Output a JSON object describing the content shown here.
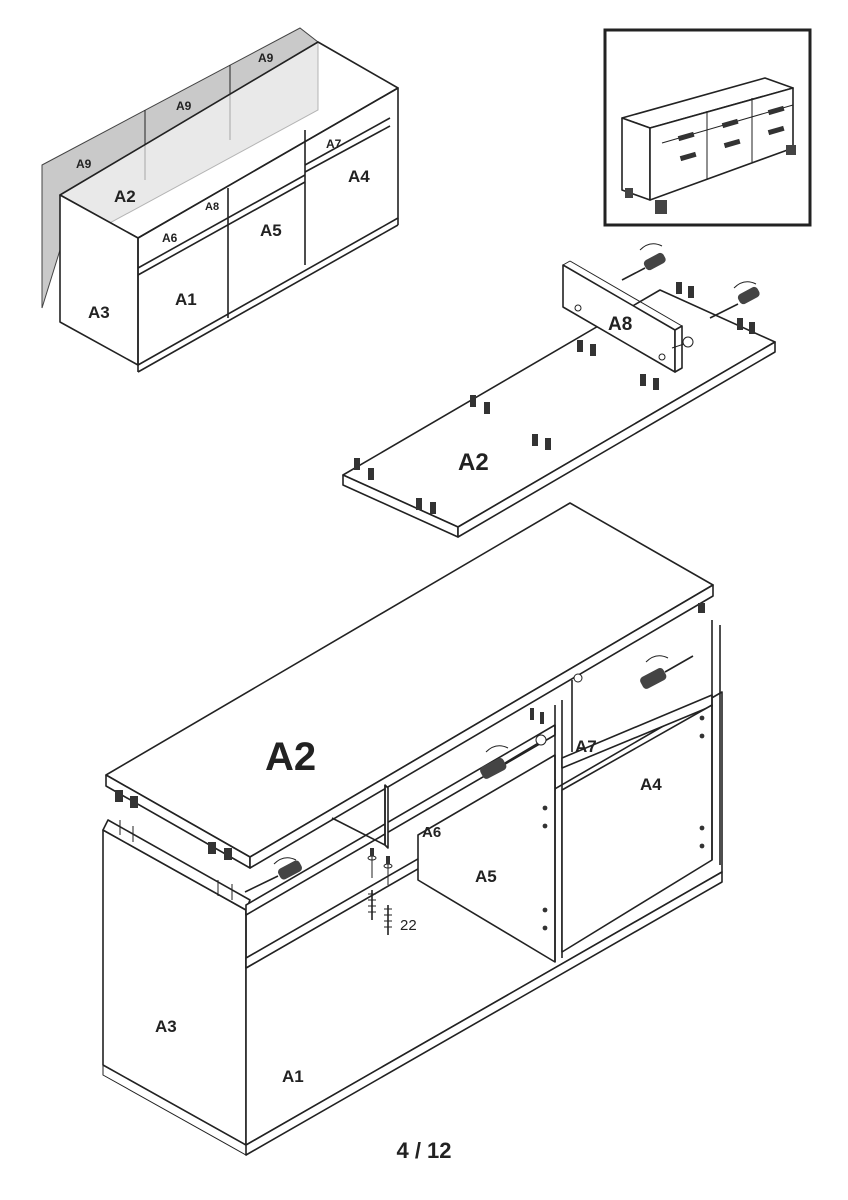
{
  "thumbnail": {
    "labels": {
      "a9_right": "A9",
      "a9_mid": "A9",
      "a9_left": "A9",
      "a7": "A7",
      "a4": "A4",
      "a2": "A2",
      "a8": "A8",
      "a6": "A6",
      "a5": "A5",
      "a3": "A3",
      "a1": "A1"
    }
  },
  "step_top": {
    "labels": {
      "a8": "A8",
      "a2": "A2"
    }
  },
  "step_main": {
    "labels": {
      "a2": "A2",
      "a7": "A7",
      "a4": "A4",
      "a6": "A6",
      "a5": "A5",
      "a3": "A3",
      "a1": "A1"
    },
    "screw_count": "22"
  },
  "footer": {
    "page": "4 / 12"
  },
  "icons": [
    "screwdriver-icon",
    "dowel-icon",
    "screw-icon",
    "cam-bolt-icon"
  ]
}
